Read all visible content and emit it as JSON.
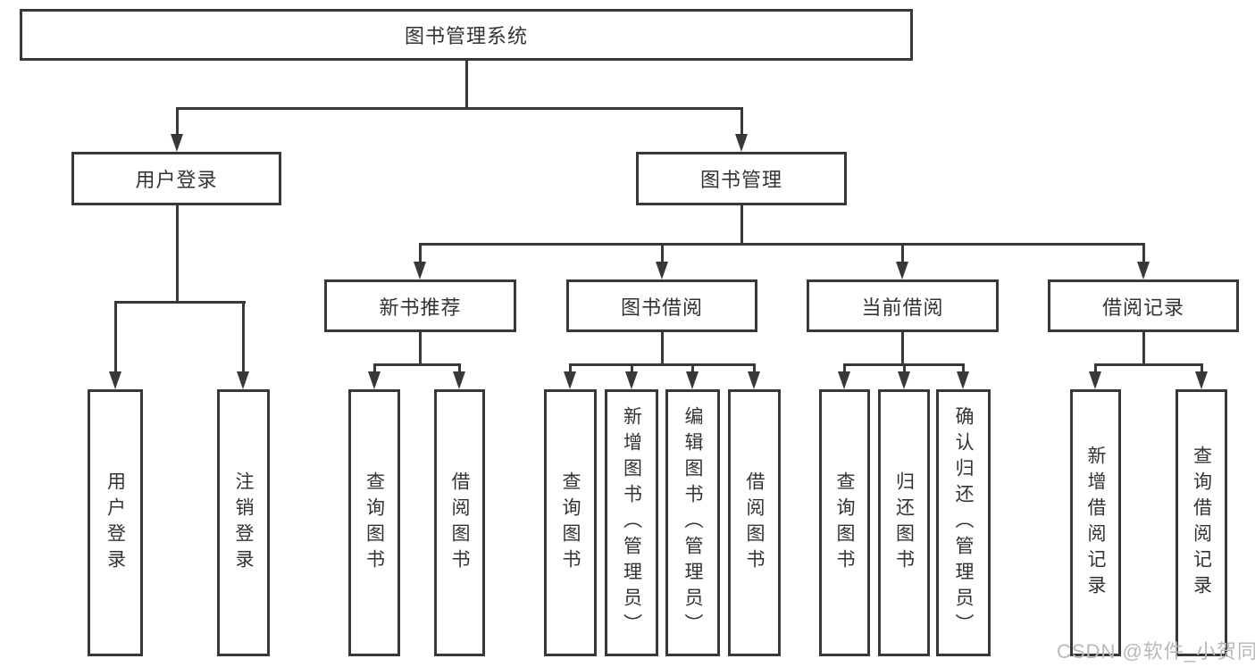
{
  "root": {
    "label": "图书管理系统"
  },
  "branches": {
    "user": {
      "label": "用户登录",
      "children": [
        {
          "label": "用户登录"
        },
        {
          "label": "注销登录"
        }
      ]
    },
    "book": {
      "label": "图书管理",
      "groups": [
        {
          "label": "新书推荐",
          "children": [
            {
              "label": "查询图书"
            },
            {
              "label": "借阅图书"
            }
          ]
        },
        {
          "label": "图书借阅",
          "children": [
            {
              "label": "查询图书"
            },
            {
              "label": "新增图书（管理员）"
            },
            {
              "label": "编辑图书（管理员）"
            },
            {
              "label": "借阅图书"
            }
          ]
        },
        {
          "label": "当前借阅",
          "children": [
            {
              "label": "查询图书"
            },
            {
              "label": "归还图书"
            },
            {
              "label": "确认归还（管理员）"
            }
          ]
        },
        {
          "label": "借阅记录",
          "children": [
            {
              "label": "新增借阅记录"
            },
            {
              "label": "查询借阅记录"
            }
          ]
        }
      ]
    }
  },
  "watermark": {
    "text": "CSDN @软件_小贺同学"
  },
  "colors": {
    "line": "#383838",
    "text": "#333333",
    "watermark": "#b8b8b8",
    "background": "#ffffff"
  }
}
